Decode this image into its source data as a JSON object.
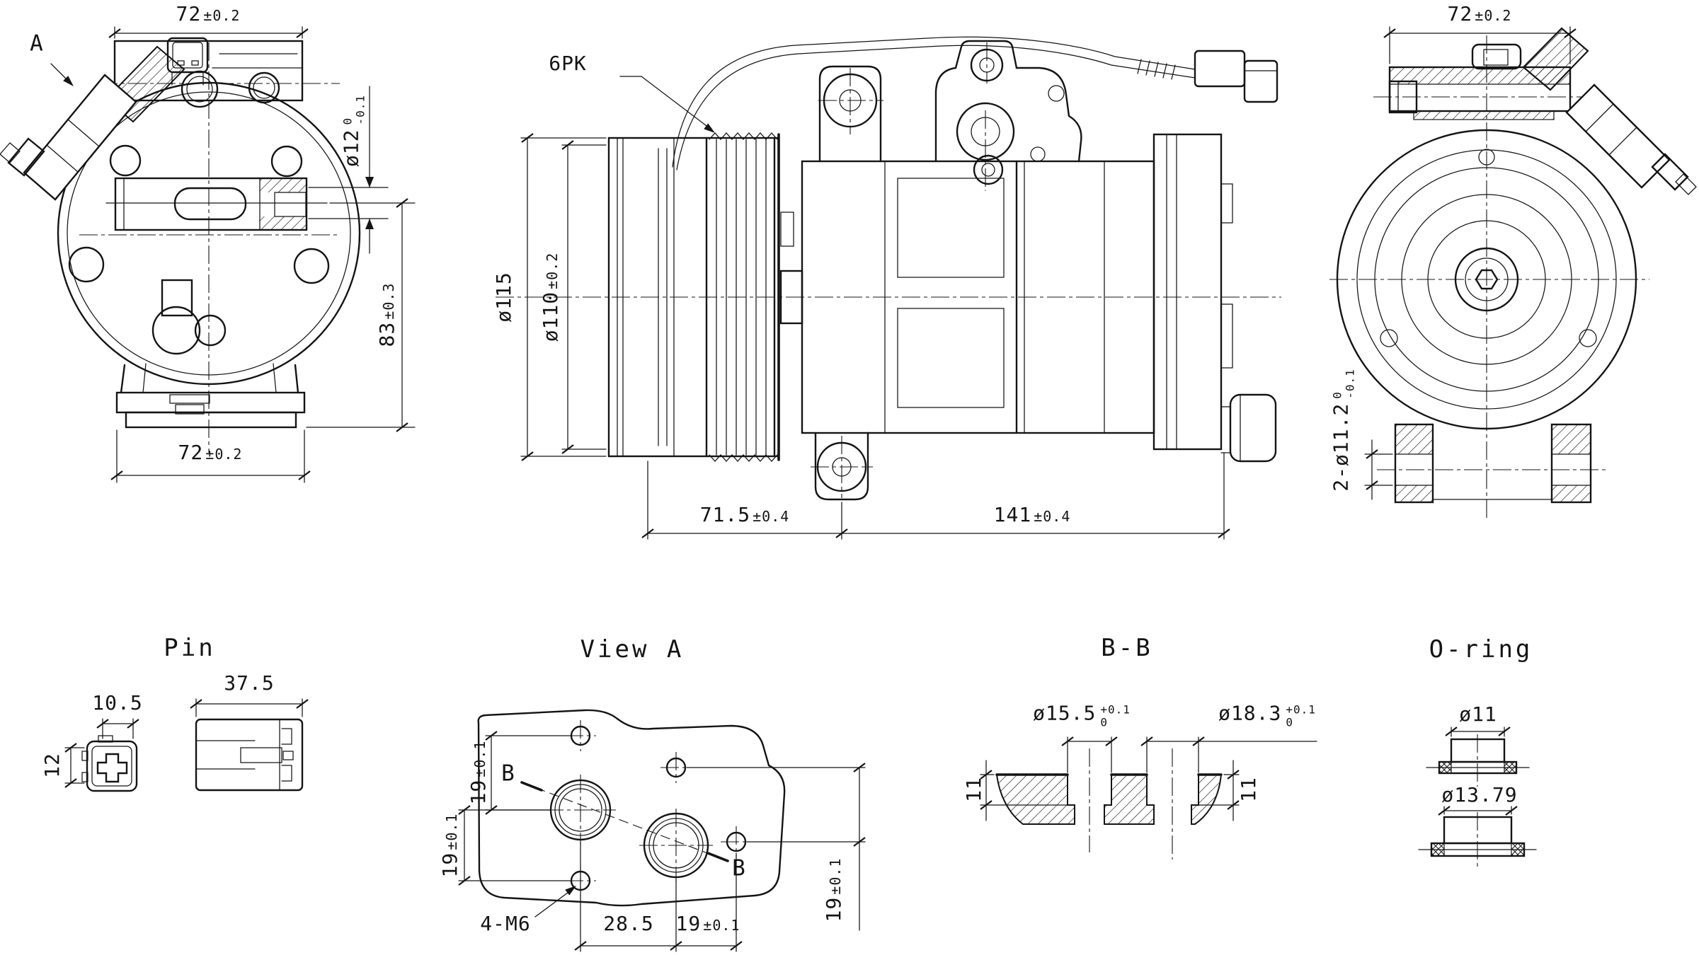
{
  "meta": {
    "background": "#ffffff",
    "ink": "#141414",
    "kind": "engineering-drawing-ac-compressor"
  },
  "views": {
    "rear": {
      "label_a": "A",
      "dim_top": {
        "value": "72",
        "tol": "±0.2"
      },
      "dim_shaft": {
        "value": "ø12",
        "tol_top": "0",
        "tol_bot": "-0.1"
      },
      "dim_height": {
        "value": "83",
        "tol": "±0.3"
      },
      "dim_bottom": {
        "value": "72",
        "tol": "±0.2"
      }
    },
    "side": {
      "belt_label": "6PK",
      "dim_pulley_od": {
        "value": "ø115"
      },
      "dim_pulley_pitch": {
        "value": "ø110",
        "tol": "±0.2"
      },
      "dim_front_length": {
        "value": "71.5",
        "tol": "±0.4"
      },
      "dim_rear_length": {
        "value": "141",
        "tol": "±0.4"
      }
    },
    "front": {
      "dim_top": {
        "value": "72",
        "tol": "±0.2"
      },
      "dim_feet_holes": {
        "value": "2-ø11.2",
        "tol_top": "0",
        "tol_bot": "-0.1"
      }
    },
    "pin": {
      "title": "Pin",
      "dim_width": {
        "value": "10.5"
      },
      "dim_height": {
        "value": "12"
      },
      "dim_length": {
        "value": "37.5"
      }
    },
    "view_a": {
      "title": "View A",
      "section_label": "B",
      "dim_upper_left": {
        "value": "19",
        "tol": "±0.1"
      },
      "dim_lower_left": {
        "value": "19",
        "tol": "±0.1"
      },
      "thread_label": "4-M6",
      "dim_port_spacing": {
        "value": "28.5"
      },
      "dim_bolt_offset": {
        "value": "19",
        "tol": "±0.1"
      },
      "dim_right": {
        "value": "19",
        "tol": "±0.1"
      }
    },
    "section_bb": {
      "title": "B-B",
      "dim_port_small": {
        "value": "ø15.5",
        "tol_top": "+0.1",
        "tol_bot": "0"
      },
      "dim_port_large": {
        "value": "ø18.3",
        "tol_top": "+0.1",
        "tol_bot": "0"
      },
      "dim_depth_left": {
        "value": "11"
      },
      "dim_depth_right": {
        "value": "11"
      }
    },
    "oring": {
      "title": "O-ring",
      "dim_small": {
        "value": "ø11"
      },
      "dim_large": {
        "value": "ø13.79"
      }
    }
  }
}
